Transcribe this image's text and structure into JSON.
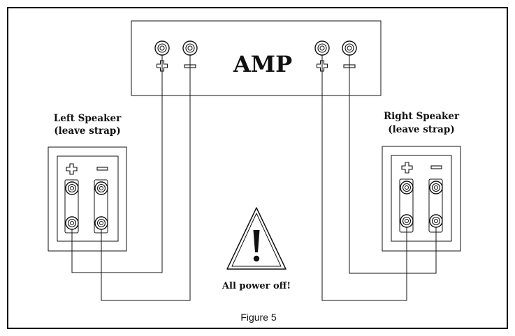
{
  "amp": {
    "label": "AMP"
  },
  "left_speaker": {
    "line1": "Left Speaker",
    "line2": "(leave strap)"
  },
  "right_speaker": {
    "line1": "Right Speaker",
    "line2": "(leave strap)"
  },
  "warning": {
    "text": "All power off!"
  },
  "caption": "Figure 5"
}
